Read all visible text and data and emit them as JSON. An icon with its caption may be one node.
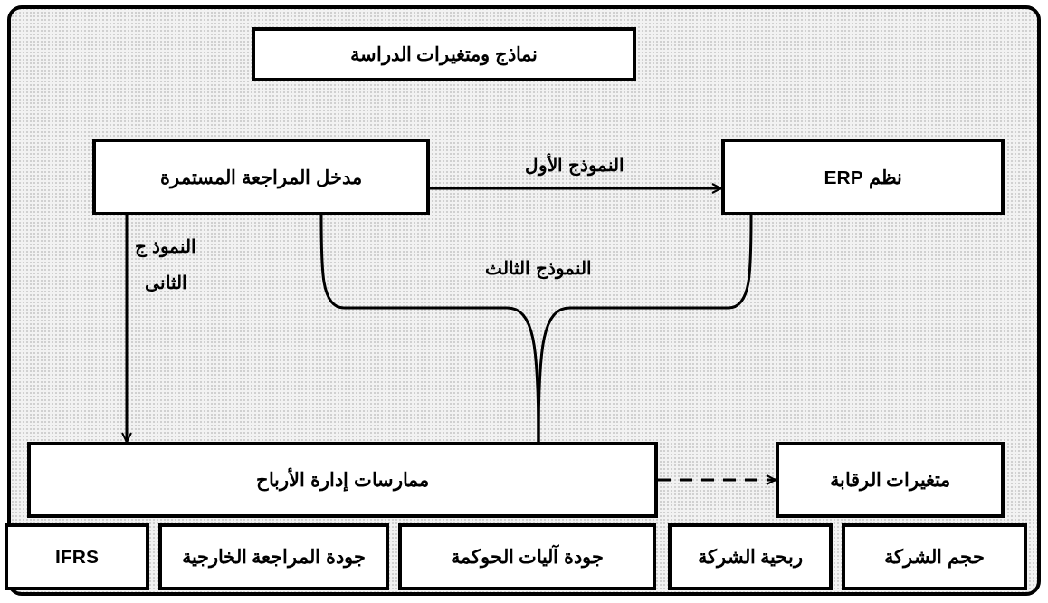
{
  "diagram": {
    "nodes": [
      {
        "text": [
          "نماذج ومتغيرات الدراسة"
        ]
      },
      {
        "text": [
          "مدخل المراجعة المستمرة"
        ]
      },
      {
        "text": [
          "نظم ERP"
        ]
      },
      {
        "text": [
          "ممارسات إدارة الأرباح"
        ]
      },
      {
        "text": [
          "متغيرات الرقابة"
        ]
      },
      {
        "text": [
          "IFRS"
        ]
      },
      {
        "text": [
          "جودة المراجعة الخارجية"
        ]
      },
      {
        "text": [
          "جودة آليات الحوكمة"
        ]
      },
      {
        "text": [
          "ربحية الشركة"
        ]
      },
      {
        "text": [
          "حجم الشركة"
        ]
      }
    ],
    "edges": [
      {
        "from": 1,
        "to": 2,
        "arrow": "to",
        "label": "النموذج الأول"
      },
      {
        "from": 1,
        "to": 3,
        "arrow": "to",
        "label": "النموذ ج الثانى"
      },
      {
        "from": 1,
        "to": 3,
        "arrow": "none",
        "label": "النموذج الثالث"
      },
      {
        "from": 2,
        "to": 3,
        "arrow": "none"
      },
      {
        "from": 3,
        "to": 4,
        "arrow": "to",
        "style": "dashed"
      }
    ]
  }
}
